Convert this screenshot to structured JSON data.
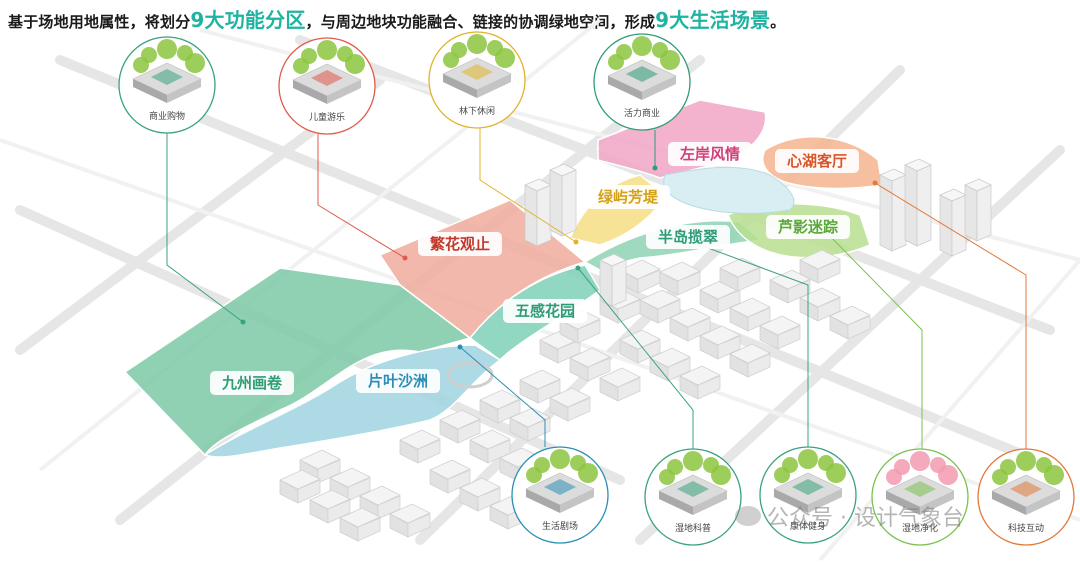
{
  "headline": {
    "part1": "基于场地用地属性，将划分",
    "highlight1": "9大功能分区",
    "part2": "，与周边地块功能融合、链接的协调绿地空间，形成",
    "highlight2": "9大生活场景",
    "part3": "。"
  },
  "zones": [
    {
      "id": "jiuzhou",
      "label": "九州画卷",
      "color": "#2f9c78",
      "fill": "#7cc9a6"
    },
    {
      "id": "pianye",
      "label": "片叶沙洲",
      "color": "#2b8fb5",
      "fill": "#9fd3df"
    },
    {
      "id": "wugan",
      "label": "五感花园",
      "color": "#2f9c78",
      "fill": "#7fd0b6"
    },
    {
      "id": "fanhua",
      "label": "繁花观止",
      "color": "#c0392b",
      "fill": "#efab9c"
    },
    {
      "id": "lvyu",
      "label": "绿屿芳堤",
      "color": "#d4a017",
      "fill": "#f6de82"
    },
    {
      "id": "bandao",
      "label": "半岛揽翠",
      "color": "#2f9c78",
      "fill": "#8fd4b3"
    },
    {
      "id": "zuoan",
      "label": "左岸风情",
      "color": "#d0407a",
      "fill": "#f1a4c6"
    },
    {
      "id": "xinhu",
      "label": "心湖客厅",
      "color": "#d9562b",
      "fill": "#f4b58f"
    },
    {
      "id": "luying",
      "label": "芦影迷踪",
      "color": "#5aa83a",
      "fill": "#b7df8f"
    }
  ],
  "scenes_top": [
    {
      "id": "shangye",
      "caption": "商业购物",
      "ring": "#3aa37c"
    },
    {
      "id": "ertong",
      "caption": "儿童游乐",
      "ring": "#e05a4a"
    },
    {
      "id": "linxia",
      "caption": "林下休闲",
      "ring": "#e0b42a"
    },
    {
      "id": "huoli",
      "caption": "活力商业",
      "ring": "#2f9c78"
    }
  ],
  "scenes_bottom": [
    {
      "id": "shenghuo",
      "caption": "生活剧场",
      "ring": "#2b8fb5"
    },
    {
      "id": "shidi_kepu",
      "caption": "湿地科普",
      "ring": "#3aa37c"
    },
    {
      "id": "kangti",
      "caption": "康体健身",
      "ring": "#3aa37c"
    },
    {
      "id": "shidi_jinghua",
      "caption": "湿地净化",
      "ring": "#7ac14f"
    },
    {
      "id": "keji",
      "caption": "科技互动",
      "ring": "#e07a3a"
    }
  ],
  "watermark": {
    "text": "公众号 · 设计气象台"
  }
}
